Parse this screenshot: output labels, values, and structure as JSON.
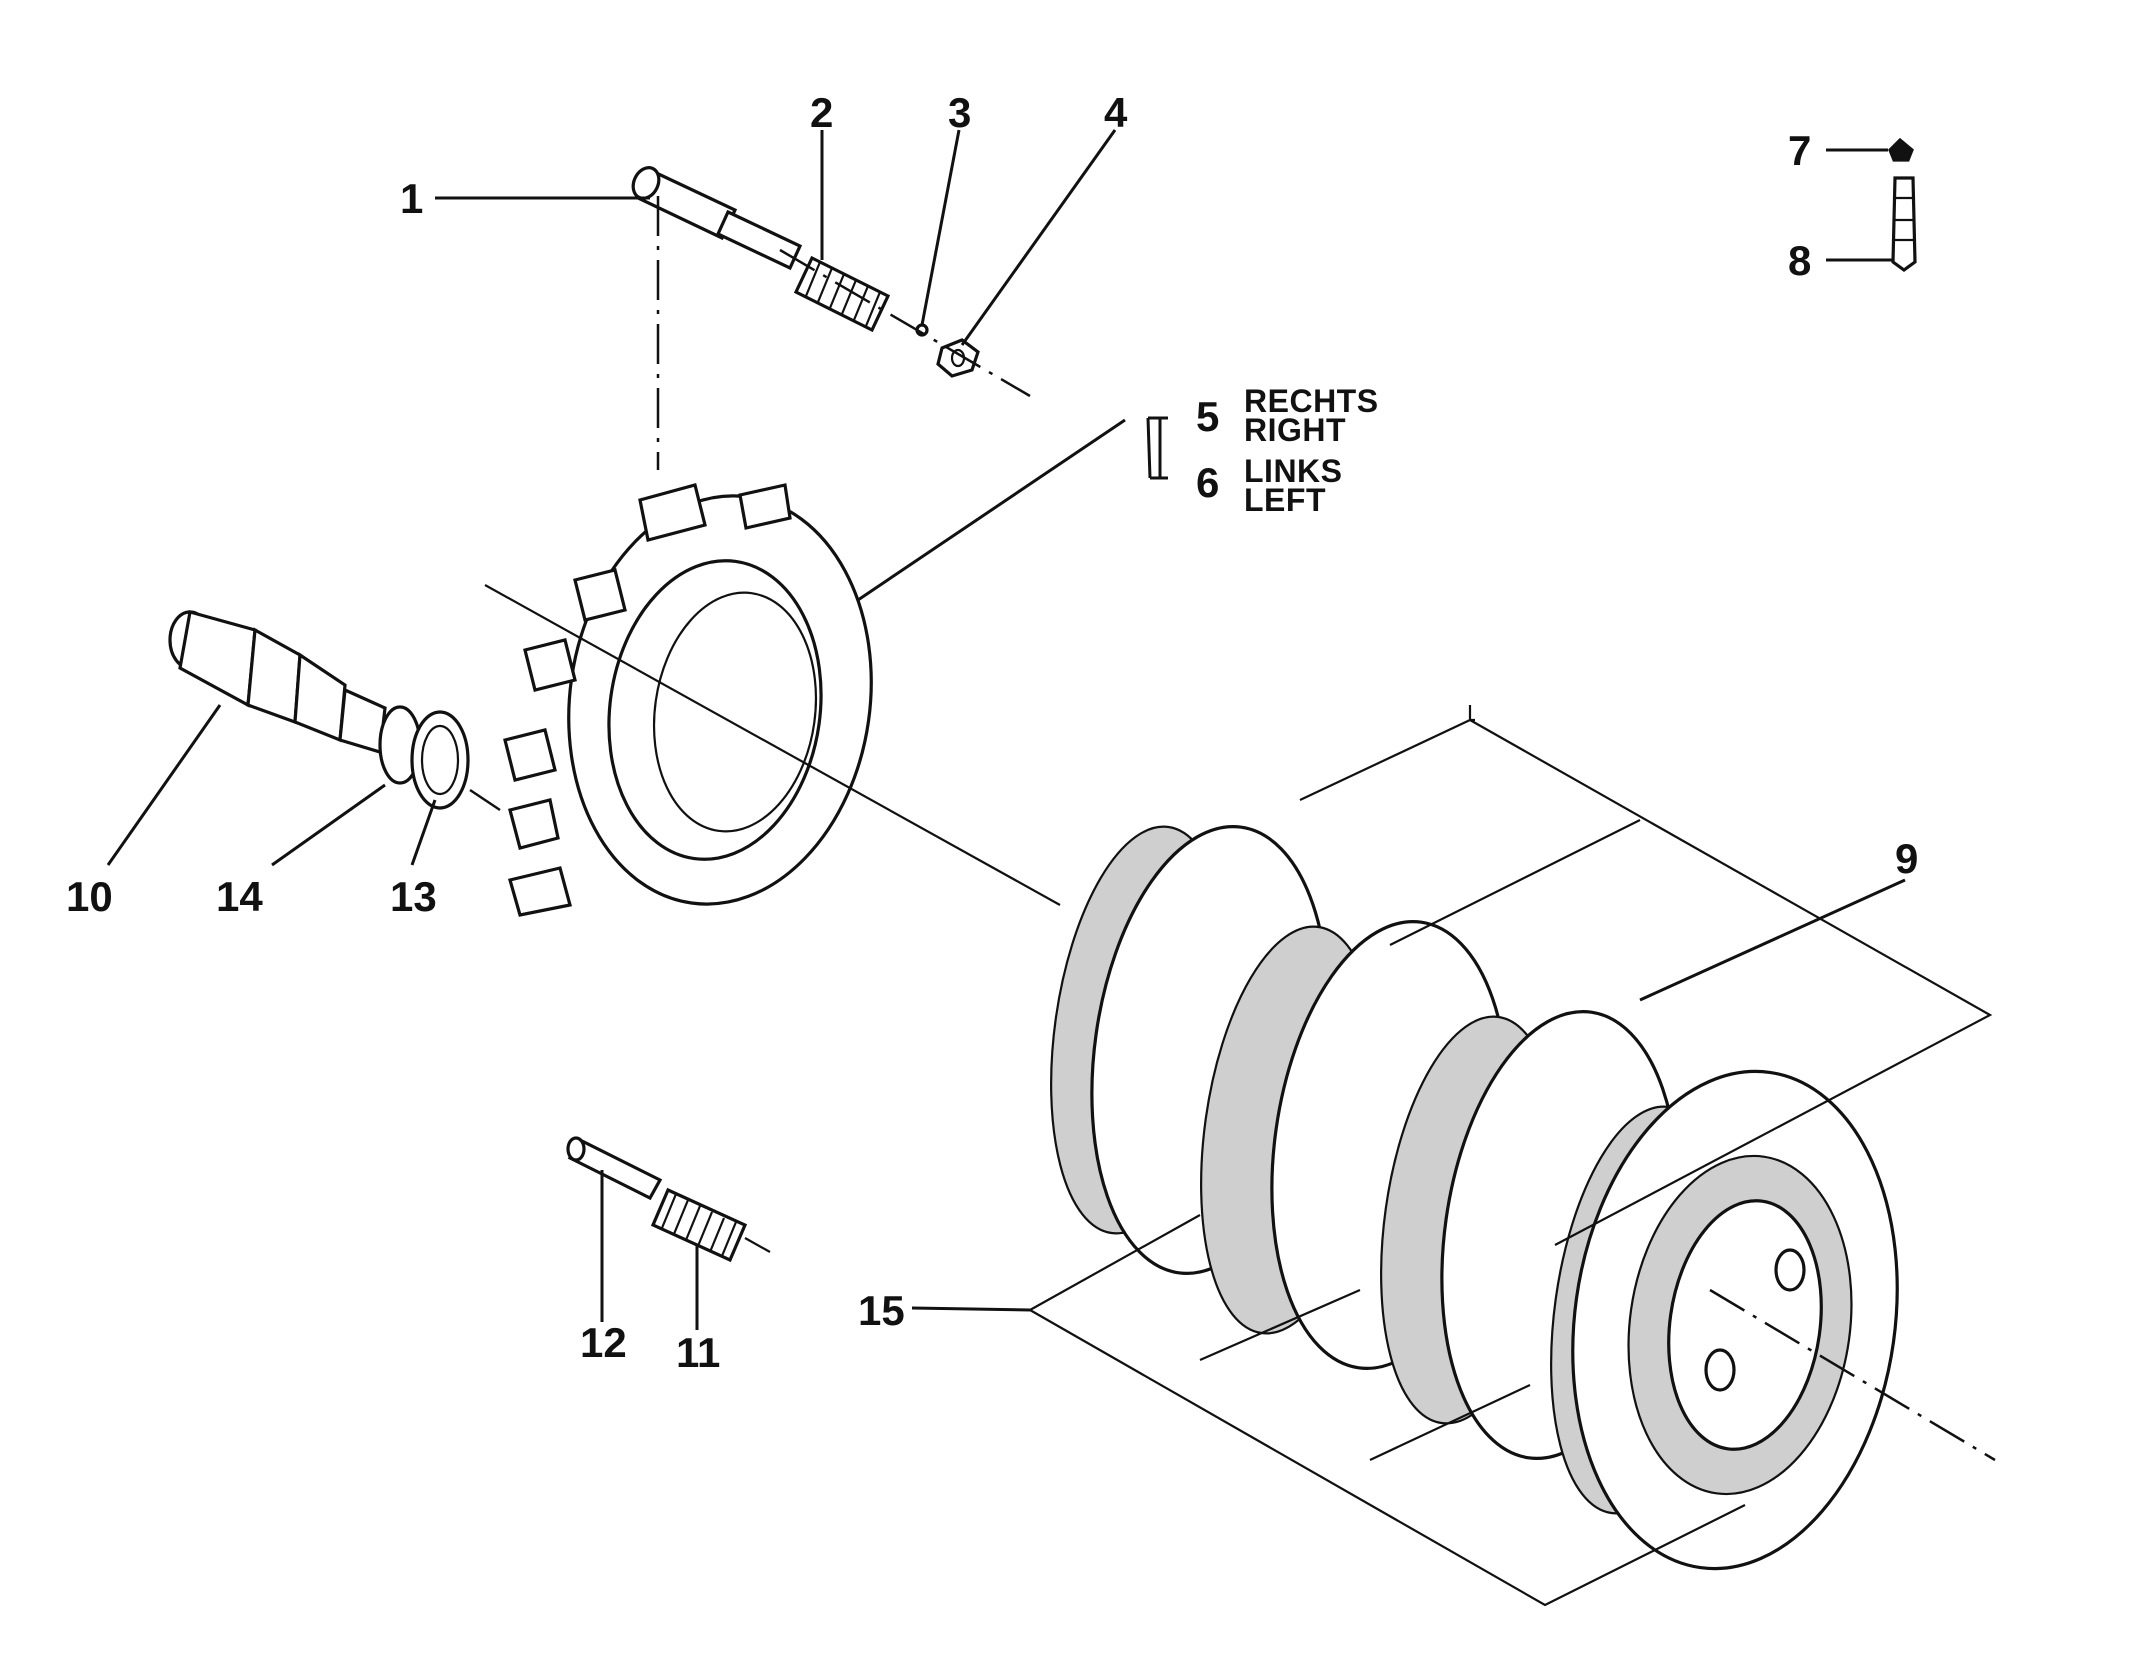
{
  "diagram": {
    "callouts": [
      {
        "id": "1",
        "text": "1"
      },
      {
        "id": "2",
        "text": "2"
      },
      {
        "id": "3",
        "text": "3"
      },
      {
        "id": "4",
        "text": "4"
      },
      {
        "id": "5",
        "text": "5"
      },
      {
        "id": "6",
        "text": "6"
      },
      {
        "id": "7",
        "text": "7"
      },
      {
        "id": "8",
        "text": "8"
      },
      {
        "id": "9",
        "text": "9"
      },
      {
        "id": "10",
        "text": "10"
      },
      {
        "id": "11",
        "text": "11"
      },
      {
        "id": "12",
        "text": "12"
      },
      {
        "id": "13",
        "text": "13"
      },
      {
        "id": "14",
        "text": "14"
      },
      {
        "id": "15",
        "text": "15"
      }
    ],
    "side_labels": {
      "right_de": "RECHTS",
      "right_en": "RIGHT",
      "left_de": "LINKS",
      "left_en": "LEFT"
    }
  }
}
